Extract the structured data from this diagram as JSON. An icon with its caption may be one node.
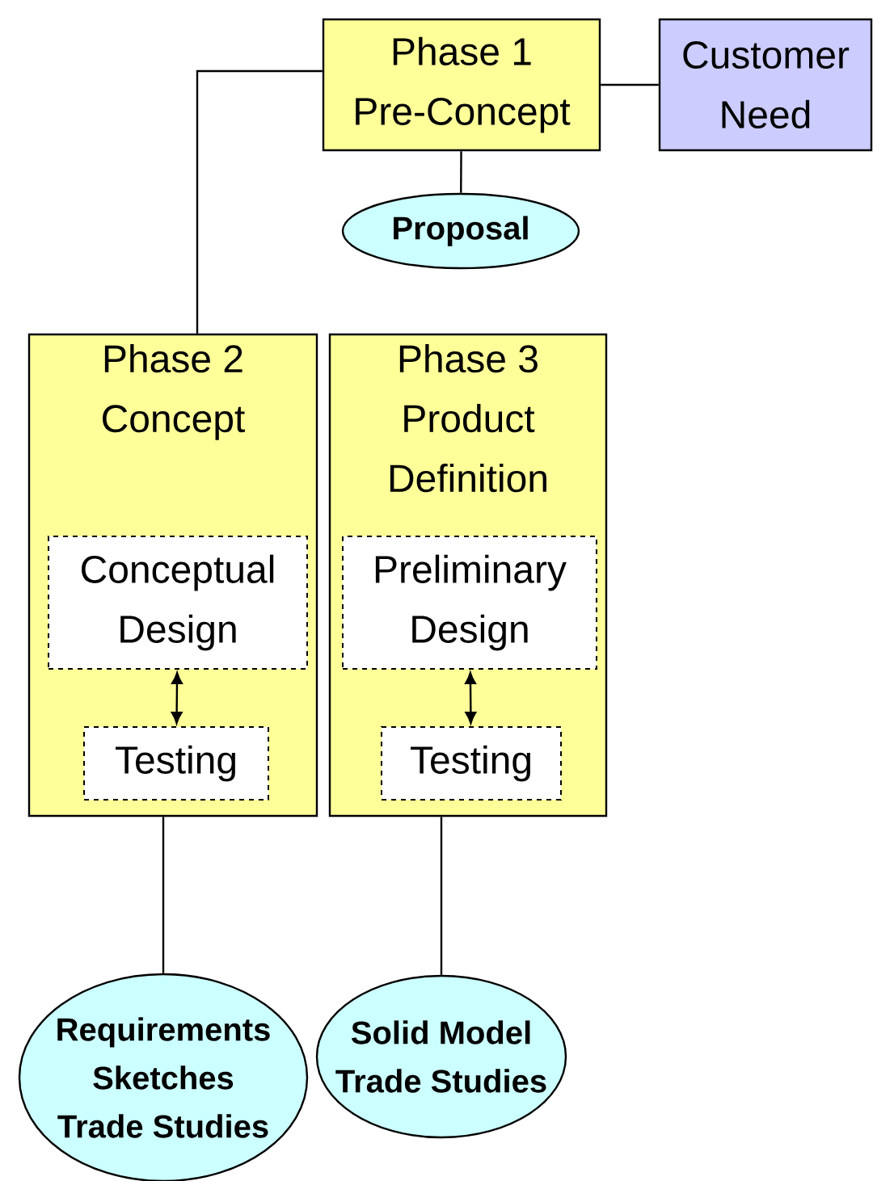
{
  "diagram": {
    "nodes": [
      {
        "text": [
          "Phase 1 Pre-Concept"
        ]
      },
      {
        "text": [
          "Customer Need"
        ]
      },
      {
        "text": [
          "Proposal"
        ]
      },
      {
        "text": [
          "Phase 2 Concept"
        ]
      },
      {
        "text": [
          "Conceptual Design"
        ],
        "in": 3
      },
      {
        "text": [
          "Testing"
        ],
        "in": 3
      },
      {
        "text": [
          "Phase 3 Product Definition"
        ]
      },
      {
        "text": [
          "Preliminary Design"
        ],
        "in": 6
      },
      {
        "text": [
          "Testing"
        ],
        "in": 6
      },
      {
        "text": [
          "Requirements Sketches Trade Studies"
        ]
      },
      {
        "text": [
          "Solid Model Trade Studies"
        ]
      }
    ],
    "edges": [
      {
        "from": 0,
        "to": 1,
        "arrow": "none"
      },
      {
        "from": 0,
        "to": 2,
        "arrow": "none"
      },
      {
        "from": 0,
        "to": 3,
        "arrow": "none"
      },
      {
        "from": 4,
        "to": 5,
        "arrow": "both"
      },
      {
        "from": 7,
        "to": 8,
        "arrow": "both"
      },
      {
        "from": 3,
        "to": 9,
        "arrow": "none"
      },
      {
        "from": 6,
        "to": 10,
        "arrow": "none"
      }
    ]
  }
}
